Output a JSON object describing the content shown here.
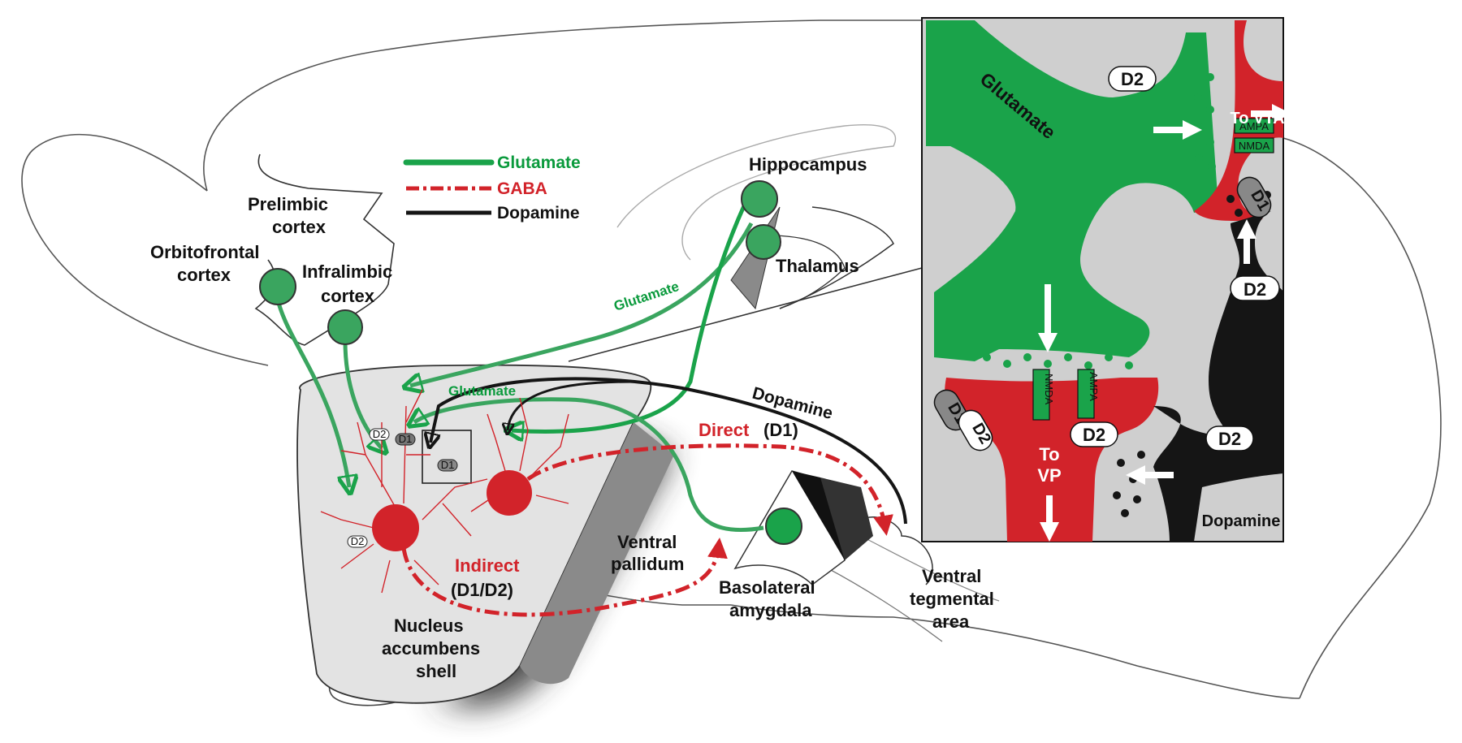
{
  "colors": {
    "glutamate": "#1aa34a",
    "glutamate_light": "#3aa55f",
    "gaba": "#d2232a",
    "dopamine": "#151515",
    "inset_background": "#cfcfcf",
    "brain_fill": "#ffffff",
    "nucleus_fill": "#e3e3e3"
  },
  "legend": {
    "glutamate": "Glutamate",
    "gaba": "GABA",
    "dopamine": "Dopamine"
  },
  "regions": {
    "prelimbic_1": "Prelimbic",
    "prelimbic_2": "cortex",
    "orbitofrontal_1": "Orbitofrontal",
    "orbitofrontal_2": "cortex",
    "infralimbic_1": "Infralimbic",
    "infralimbic_2": "cortex",
    "hippocampus": "Hippocampus",
    "thalamus": "Thalamus",
    "ventral_pallidum_1": "Ventral",
    "ventral_pallidum_2": "pallidum",
    "basolateral_1": "Basolateral",
    "basolateral_2": "amygdala",
    "vta_1": "Ventral",
    "vta_2": "tegmental",
    "vta_3": "area",
    "nacc_1": "Nucleus",
    "nacc_2": "accumbens",
    "nacc_3": "shell"
  },
  "pathways": {
    "glutamate_upper": "Glutamate",
    "glutamate_lower": "Glutamate",
    "dopamine": "Dopamine",
    "direct": "Direct",
    "direct_receptor": "(D1)",
    "indirect": "Indirect",
    "indirect_receptor": "(D1/D2)"
  },
  "receptors_main": {
    "d2_a": "D2",
    "d1_a": "D1",
    "d1_b": "D1",
    "d2_b": "D2"
  },
  "inset": {
    "glutamate": "Glutamate",
    "dopamine": "Dopamine",
    "to_vta": "To VTA",
    "to_vp_1": "To",
    "to_vp_2": "VP",
    "ampa_top": "AMPA",
    "nmda_top": "NMDA",
    "nmda_bottom": "NMDA",
    "ampa_bottom": "AMPA",
    "d2_top": "D2",
    "d1_right": "D1",
    "d2_right": "D2",
    "d1_left": "D1",
    "d2_left": "D2",
    "d2_center": "D2",
    "d2_dopamine": "D2"
  }
}
